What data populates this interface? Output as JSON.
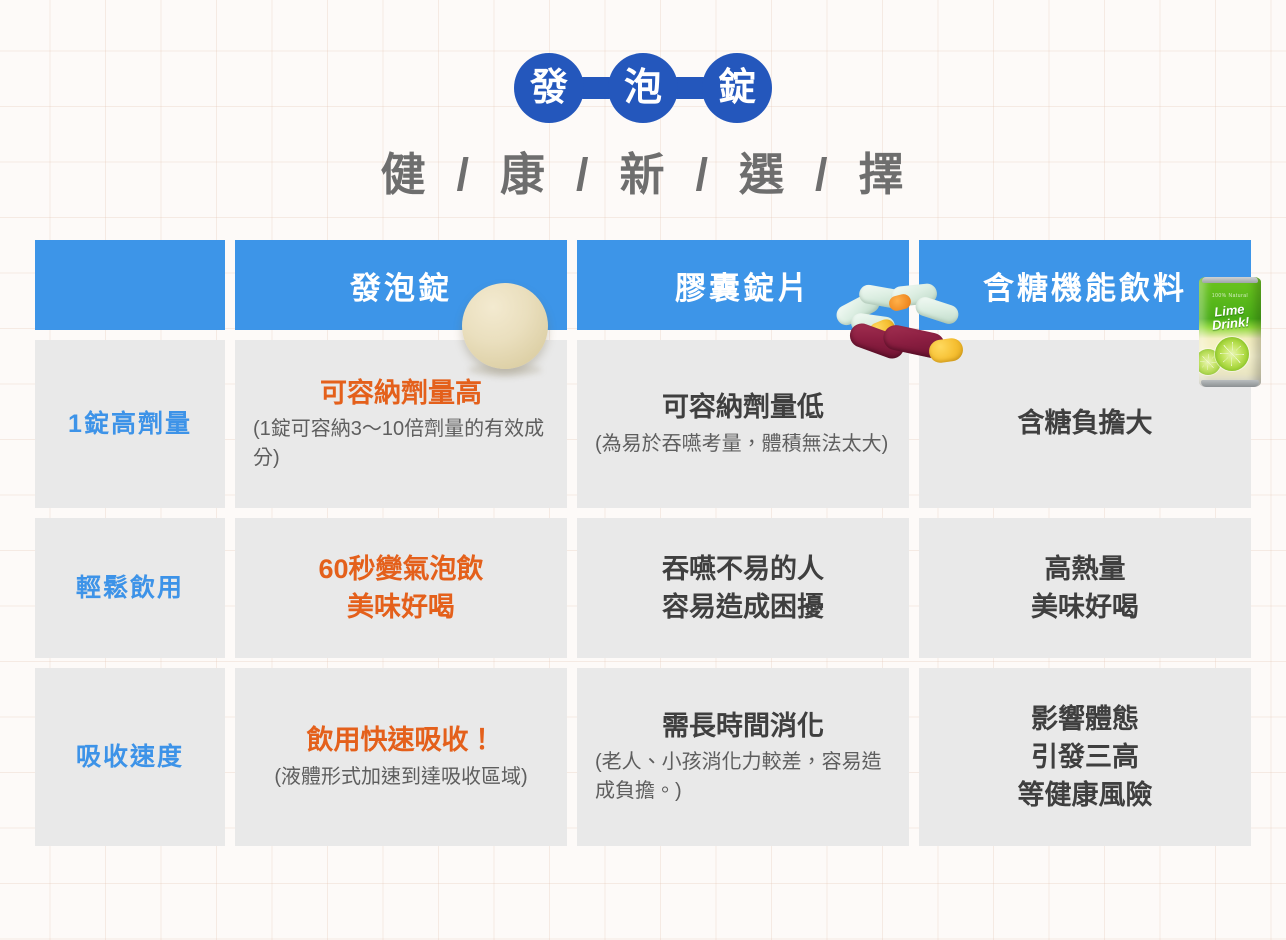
{
  "title_badge": {
    "characters": [
      "發",
      "泡",
      "錠"
    ],
    "bg_color": "#2457bc",
    "text_color": "#ffffff"
  },
  "subtitle": "健  /  康  /  新  /  選  /  擇",
  "colors": {
    "header_blue": "#3d95e8",
    "label_blue": "#3d93e8",
    "accent_orange": "#e4601b",
    "cell_gray": "#e9e9e9",
    "body_text": "#4a4a4a",
    "background": "#fdfaf7"
  },
  "table": {
    "headers": {
      "corner": "",
      "col1": "發泡錠",
      "col2": "膠囊錠片",
      "col3": "含糖機能飲料"
    },
    "images": {
      "col1": "effervescent-tablet",
      "col2": "capsule-pills-pile",
      "col3": "lime-drink-can",
      "can_brand_line1": "Lime",
      "can_brand_line2": "Drink!",
      "can_brand_tiny": "100% Natural"
    },
    "rows": [
      {
        "label": "1錠高劑量",
        "cells": [
          {
            "headline": "可容納劑量高",
            "headline_style": "accent",
            "sub": "(1錠可容納3～10倍劑量的有效成分)"
          },
          {
            "headline": "可容納劑量低",
            "headline_style": "plain",
            "sub": "(為易於吞嚥考量，體積無法太大)"
          },
          {
            "headline": "含糖負擔大",
            "headline_style": "plain",
            "sub": ""
          }
        ]
      },
      {
        "label": "輕鬆飲用",
        "cells": [
          {
            "headline": "60秒變氣泡飲\n美味好喝",
            "headline_style": "accent",
            "sub": ""
          },
          {
            "headline": "吞嚥不易的人\n容易造成困擾",
            "headline_style": "plain",
            "sub": ""
          },
          {
            "headline": "高熱量\n美味好喝",
            "headline_style": "plain",
            "sub": ""
          }
        ]
      },
      {
        "label": "吸收速度",
        "cells": [
          {
            "headline": "飲用快速吸收！",
            "headline_style": "accent",
            "sub": "(液體形式加速到達吸收區域)"
          },
          {
            "headline": "需長時間消化",
            "headline_style": "plain",
            "sub": "(老人、小孩消化力較差，容易造成負擔。)"
          },
          {
            "headline": "影響體態\n引發三高\n等健康風險",
            "headline_style": "plain",
            "sub": ""
          }
        ]
      }
    ]
  }
}
